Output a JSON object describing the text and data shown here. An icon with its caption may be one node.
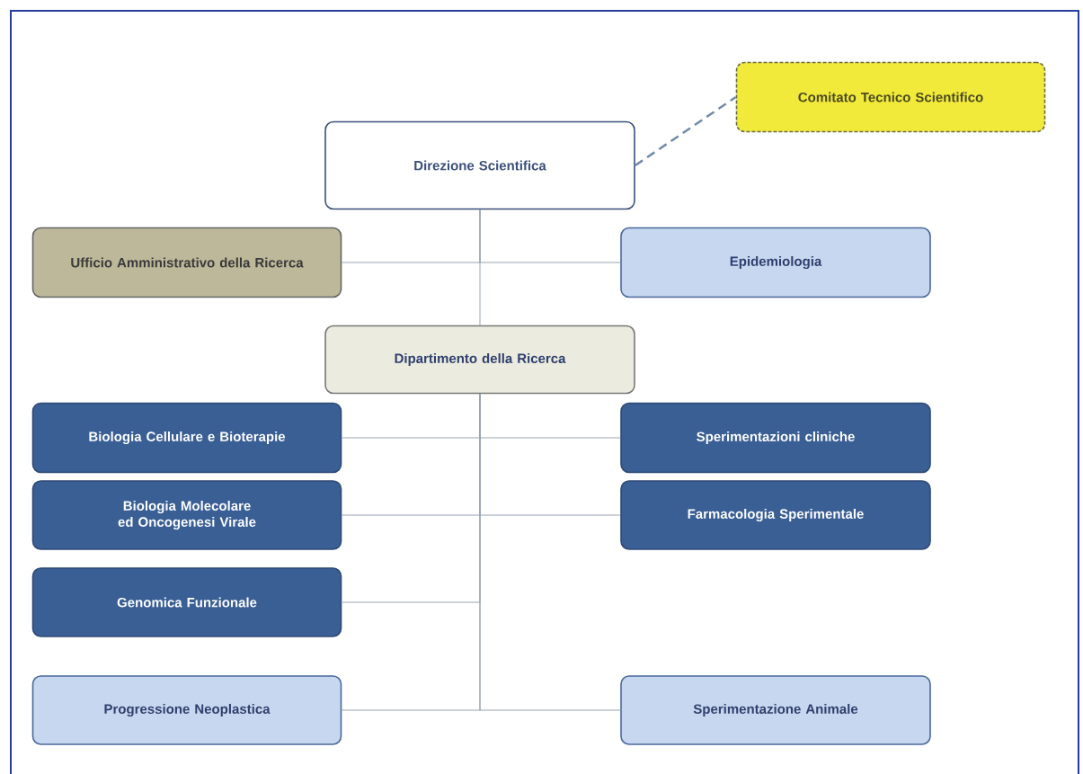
{
  "diagram": {
    "nodes": [
      {
        "text": [
          "Comitato Tecnico Scientifico"
        ]
      },
      {
        "text": [
          "Direzione Scientifica"
        ]
      },
      {
        "text": [
          "Ufficio Amministrativo della Ricerca"
        ]
      },
      {
        "text": [
          "Epidemiologia"
        ]
      },
      {
        "text": [
          "Dipartimento della Ricerca"
        ]
      },
      {
        "text": [
          "Biologia Cellulare e Bioterapie"
        ]
      },
      {
        "text": [
          "Sperimentazioni cliniche"
        ]
      },
      {
        "text": [
          "Biologia Molecolare ed Oncogenesi Virale"
        ]
      },
      {
        "text": [
          "Farmacologia Sperimentale"
        ]
      },
      {
        "text": [
          "Genomica Funzionale"
        ]
      },
      {
        "text": [
          "Progressione Neoplastica"
        ]
      },
      {
        "text": [
          "Sperimentazione Animale"
        ]
      }
    ],
    "edges": [
      {
        "from": 1,
        "to": 0,
        "arrow": "none",
        "style": "dashed",
        "color": "#6f8aa8"
      },
      {
        "from": 1,
        "to": 2,
        "arrow": "none"
      },
      {
        "from": 1,
        "to": 3,
        "arrow": "none"
      },
      {
        "from": 1,
        "to": 4,
        "arrow": "none"
      },
      {
        "from": 4,
        "to": 5,
        "arrow": "none"
      },
      {
        "from": 4,
        "to": 6,
        "arrow": "none"
      },
      {
        "from": 4,
        "to": 7,
        "arrow": "none"
      },
      {
        "from": 4,
        "to": 8,
        "arrow": "none"
      },
      {
        "from": 4,
        "to": 9,
        "arrow": "none"
      },
      {
        "from": 4,
        "to": 10,
        "arrow": "none"
      },
      {
        "from": 4,
        "to": 11,
        "arrow": "none"
      }
    ]
  }
}
